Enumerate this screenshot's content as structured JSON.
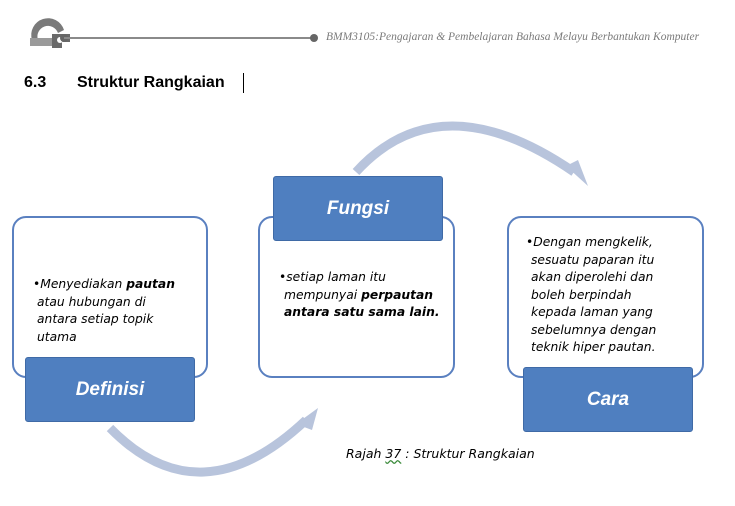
{
  "header": {
    "course_text": "BMM3105:Pengajaran & Pembelajaran Bahasa Melayu Berbantukan Komputer"
  },
  "section": {
    "number": "6.3",
    "title": "Struktur Rangkaian"
  },
  "diagram": {
    "definisi": {
      "label": "Definisi",
      "line1_pre": "•Menyediakan ",
      "line1_bold": "pautan",
      "line2": "atau hubungan di",
      "line3": "antara  setiap topik",
      "line4": "utama"
    },
    "fungsi": {
      "label": "Fungsi",
      "line1": "•setiap laman itu",
      "line2_pre": "mempunyai ",
      "line2_bold": "perpautan",
      "line3_bold": "antara satu sama lain."
    },
    "cara": {
      "label": "Cara",
      "lines": [
        "•Dengan mengkelik,",
        "sesuatu paparan  itu",
        "akan diperolehi dan",
        "boleh berpindah",
        "kepada laman yang",
        "sebelumnya dengan",
        "teknik hiper pautan."
      ]
    },
    "arrow_color": "#b8c4dc",
    "box_color": "#4f7fc0"
  },
  "caption": {
    "prefix": "Rajah ",
    "number": "37",
    "suffix": " : Struktur  Rangkaian"
  }
}
